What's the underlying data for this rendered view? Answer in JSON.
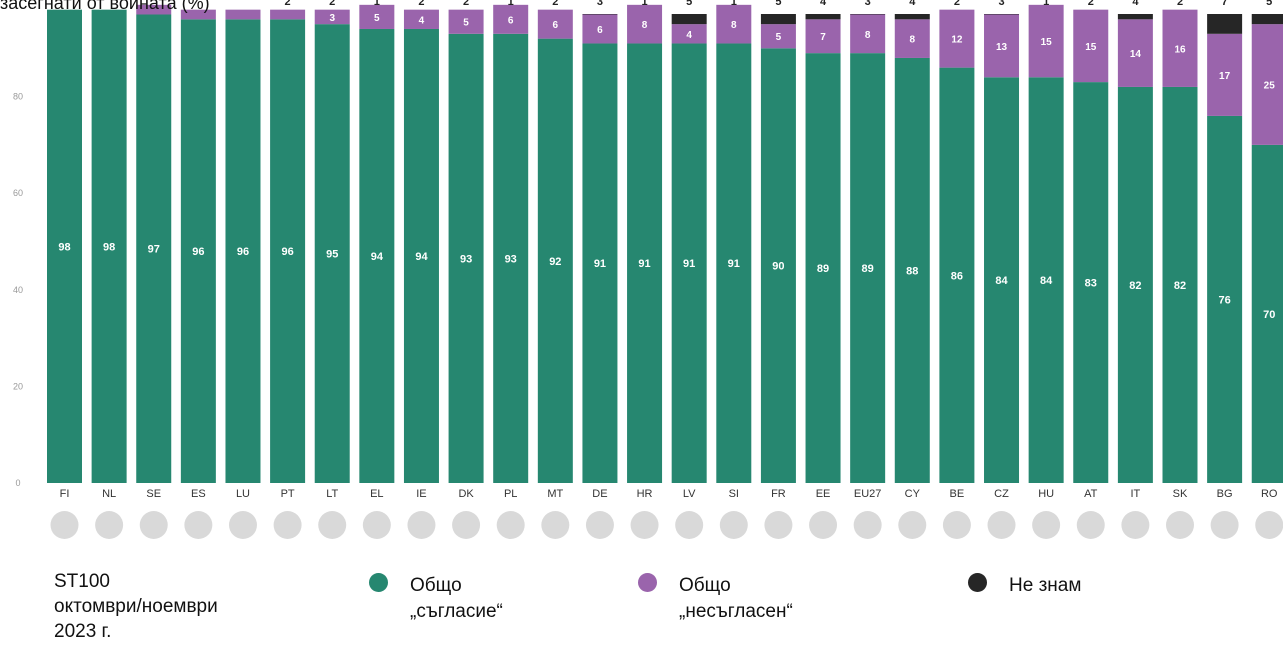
{
  "title": "засегнати от войната (%)",
  "note": {
    "line1": "ST100",
    "line2": "октомври/ноември",
    "line3": "2023 г."
  },
  "legend": [
    {
      "label_line1": "Общо",
      "label_line2": "„съгласие“",
      "color": "#268770"
    },
    {
      "label_line1": "Общо",
      "label_line2": "„несъгласен“",
      "color": "#9a64ac"
    },
    {
      "label_line1": "Не знам",
      "label_line2": "",
      "color": "#262626"
    }
  ],
  "chart_data": {
    "type": "bar",
    "stacked": true,
    "ylim": [
      0,
      100
    ],
    "yticks": [
      0,
      20,
      40,
      60,
      80
    ],
    "categories": [
      "FI",
      "NL",
      "SE",
      "ES",
      "LU",
      "PT",
      "LT",
      "EL",
      "IE",
      "DK",
      "PL",
      "MT",
      "DE",
      "HR",
      "LV",
      "SI",
      "FR",
      "EE",
      "EU27",
      "CY",
      "BE",
      "CZ",
      "HU",
      "AT",
      "IT",
      "SK",
      "BG",
      "RO"
    ],
    "series": [
      {
        "name": "Общо „съгласие“",
        "color": "#268770",
        "values": [
          98,
          98,
          97,
          96,
          96,
          96,
          95,
          94,
          94,
          93,
          93,
          92,
          91,
          91,
          91,
          91,
          90,
          89,
          89,
          88,
          86,
          84,
          84,
          83,
          82,
          82,
          76,
          70
        ]
      },
      {
        "name": "Общо „несъгласен“",
        "color": "#9a64ac",
        "values": [
          0,
          0,
          2,
          2,
          2,
          2,
          3,
          5,
          4,
          5,
          6,
          6,
          6,
          8,
          4,
          8,
          5,
          7,
          8,
          8,
          12,
          13,
          15,
          15,
          14,
          16,
          17,
          25
        ]
      },
      {
        "name": "Не знам",
        "color": "#262626",
        "values": [
          2,
          2,
          1,
          2,
          2,
          2,
          2,
          1,
          2,
          2,
          1,
          2,
          3,
          1,
          5,
          1,
          5,
          4,
          3,
          4,
          2,
          3,
          1,
          2,
          4,
          2,
          7,
          5
        ]
      }
    ],
    "purple_labels": [
      null,
      null,
      null,
      null,
      null,
      null,
      "3",
      "5",
      "4",
      "5",
      "6",
      "6",
      "6",
      "8",
      "4",
      "8",
      "5",
      "7",
      "8",
      "8",
      "12",
      "13",
      "15",
      "15",
      "14",
      "16",
      "17",
      "25"
    ],
    "top_labels": [
      "",
      "",
      "",
      "",
      "",
      "2",
      "2",
      "1",
      "2",
      "2",
      "1",
      "2",
      "3",
      "1",
      "5",
      "1",
      "5",
      "4",
      "3",
      "4",
      "2",
      "3",
      "1",
      "2",
      "4",
      "2",
      "7",
      "5"
    ]
  },
  "flags": [
    "FI",
    "NL",
    "SE",
    "ES",
    "LU",
    "PT",
    "LT",
    "EL",
    "IE",
    "DK",
    "PL",
    "MT",
    "DE",
    "HR",
    "LV",
    "SI",
    "FR",
    "EE",
    "EU27",
    "CY",
    "BE",
    "CZ",
    "HU",
    "AT",
    "IT",
    "SK",
    "BG",
    "RO"
  ]
}
